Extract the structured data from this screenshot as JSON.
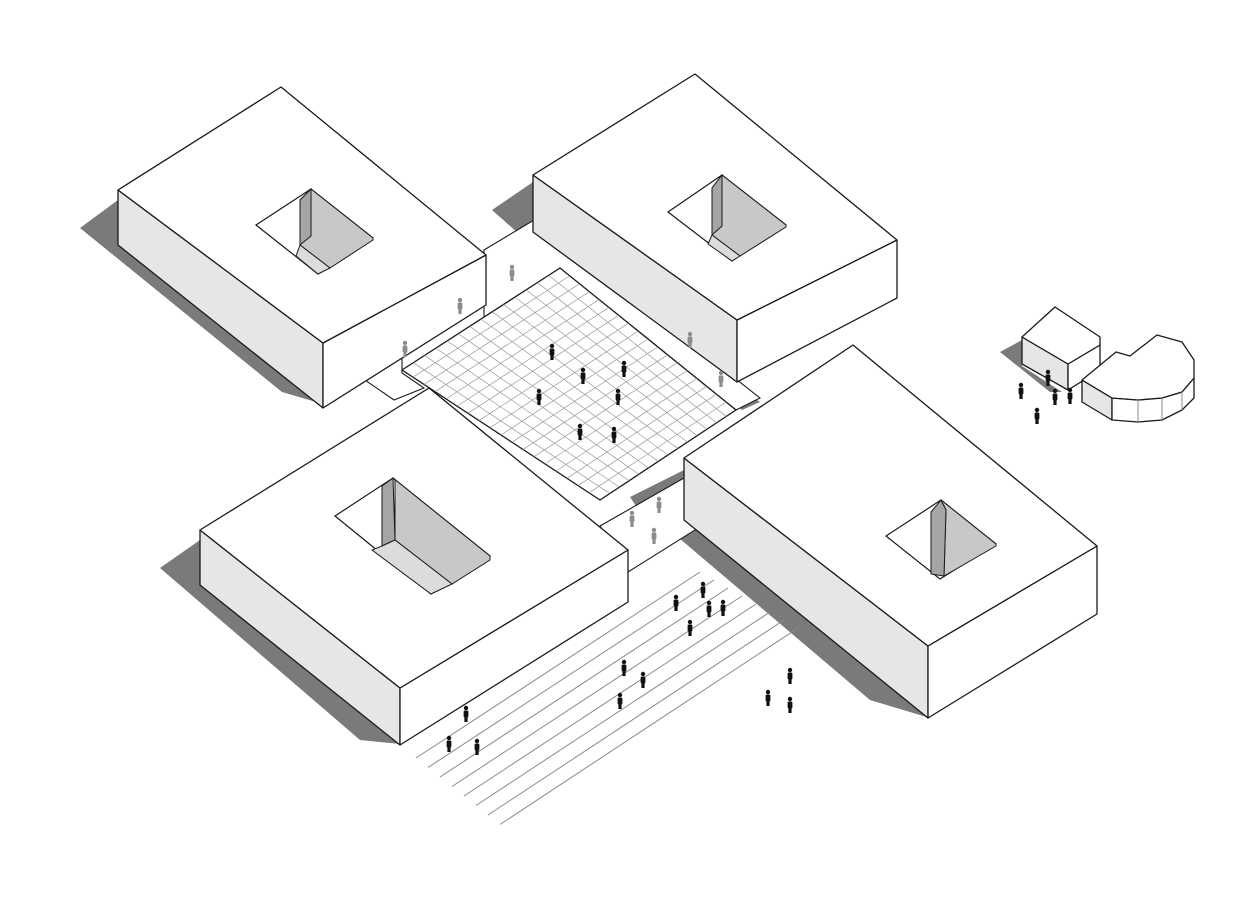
{
  "diagram": {
    "buildings": [
      {
        "id": "northwest",
        "courtyard": true
      },
      {
        "id": "northeast",
        "courtyard": true
      },
      {
        "id": "southwest",
        "courtyard": true
      },
      {
        "id": "southeast",
        "courtyard": true
      },
      {
        "id": "annex",
        "courtyard": false
      }
    ],
    "plaza": {
      "grid_divisions_a": 18,
      "grid_divisions_b": 14
    },
    "steps": {
      "count": 8
    },
    "colors": {
      "line": "#1a1a1a",
      "shadow": "#7a7a7a",
      "wall_shade": "#e6e6e6",
      "person_dark": "#111111",
      "person_grey": "#8c8c8c",
      "background": "#ffffff"
    }
  }
}
